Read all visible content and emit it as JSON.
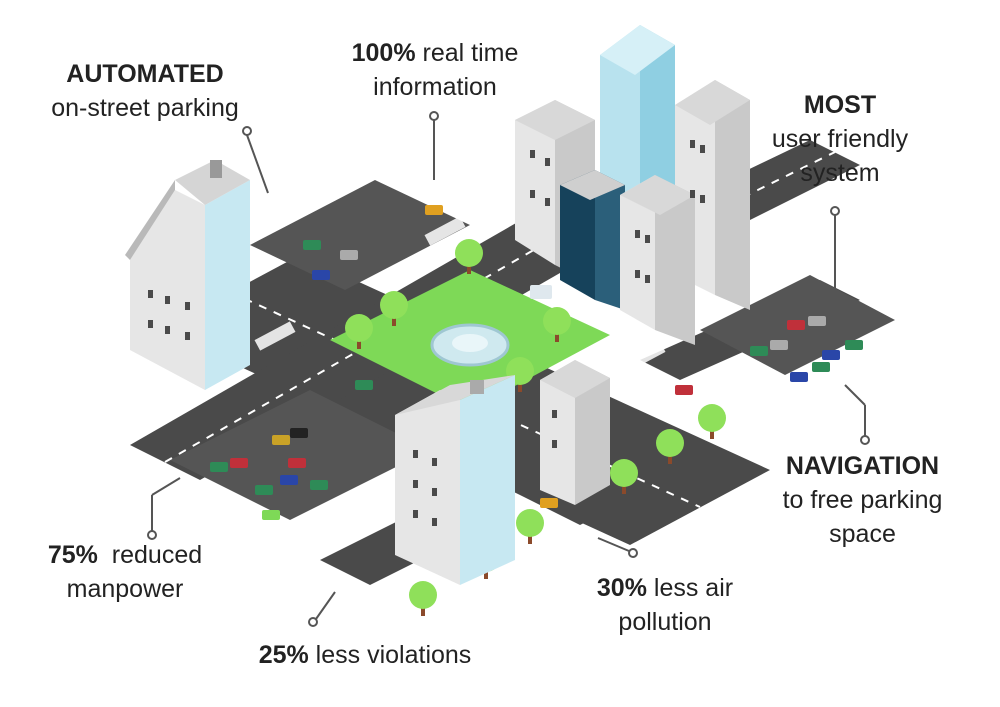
{
  "labels": {
    "automated": {
      "bold": "AUTOMATED",
      "text": "on-street parking"
    },
    "realtime": {
      "bold": "100%",
      "text1": " real time",
      "text2": "information"
    },
    "most": {
      "bold": "MOST",
      "text1": "user friendly",
      "text2": "system"
    },
    "navigation": {
      "bold": "NAVIGATION",
      "text1": "to free parking",
      "text2": "space"
    },
    "manpower": {
      "bold": "75%",
      "text1": "  reduced",
      "text2": "manpower"
    },
    "violations": {
      "bold": "25%",
      "text": " less violations"
    },
    "pollution": {
      "bold": "30%",
      "text1": " less air",
      "text2": "pollution"
    }
  },
  "colors": {
    "road": "#4a4a4a",
    "lot": "#555555",
    "grass": "#7ed957",
    "tree": "#8fe05a",
    "building_light": "#e6e6e6",
    "building_shade": "#c9c9c9",
    "glass": "#c7e8f2",
    "glass_dark": "#16425b",
    "fountain": "#cfe9ef",
    "leader": "#555555"
  }
}
